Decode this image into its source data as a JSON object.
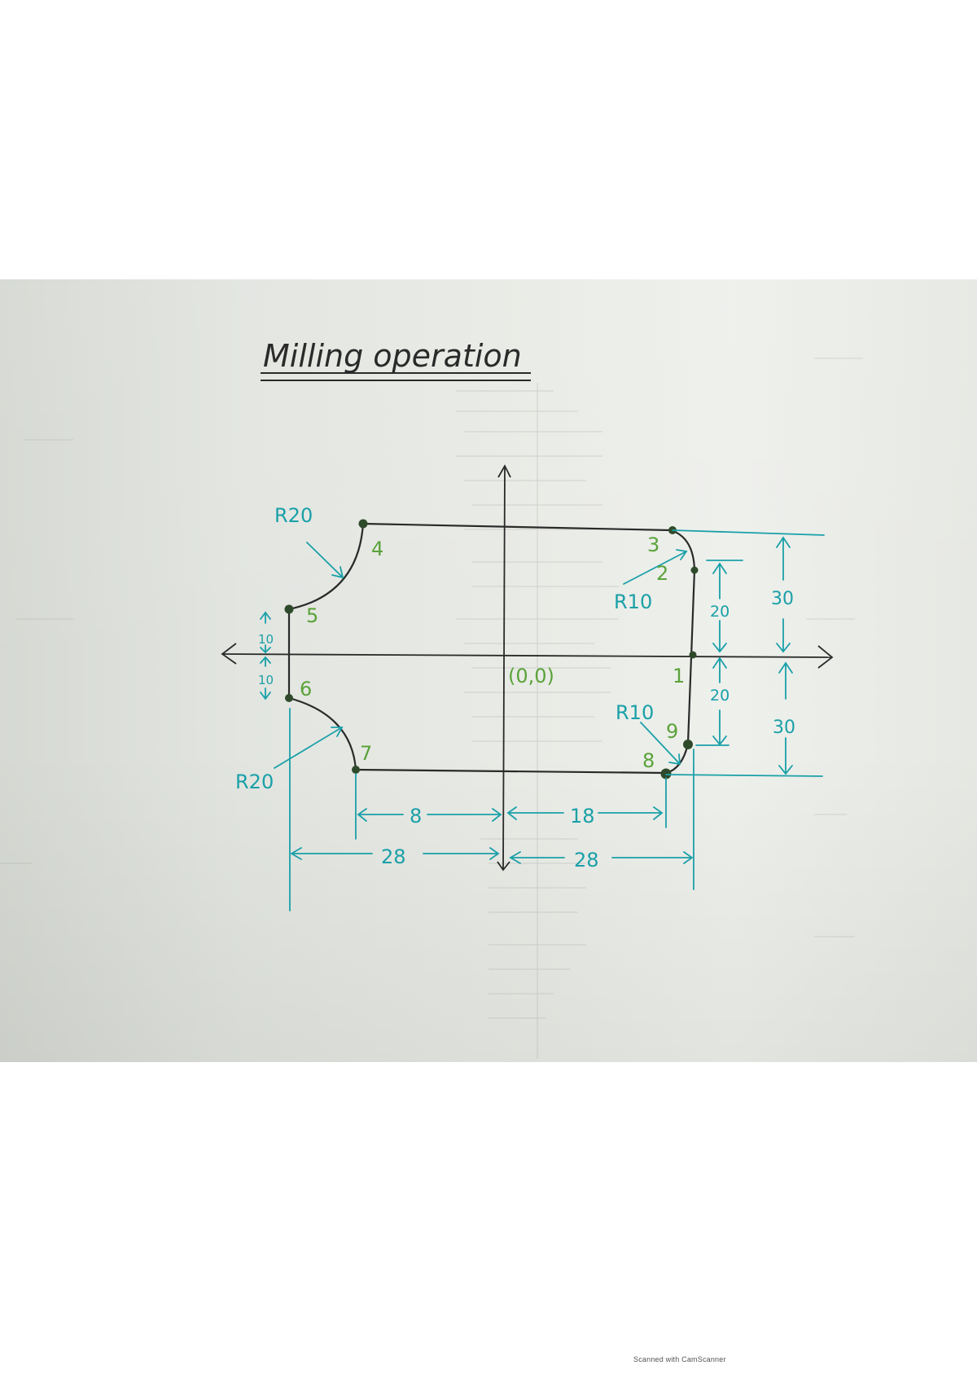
{
  "title": "Milling operation",
  "footer": "Scanned with CamScanner",
  "colors": {
    "paper": "#e6e8e3",
    "ink_black": "#2a2a2a",
    "ink_teal": "#1aa0a8",
    "ink_green": "#5aa33a",
    "point_dot": "#2f4a2a"
  },
  "origin_label": "(0,0)",
  "points": [
    {
      "id": "1",
      "label": "1"
    },
    {
      "id": "2",
      "label": "2"
    },
    {
      "id": "3",
      "label": "3"
    },
    {
      "id": "4",
      "label": "4"
    },
    {
      "id": "5",
      "label": "5"
    },
    {
      "id": "6",
      "label": "6"
    },
    {
      "id": "7",
      "label": "7"
    },
    {
      "id": "8",
      "label": "8"
    },
    {
      "id": "9",
      "label": "9"
    }
  ],
  "radii": {
    "top_left": "R20",
    "bottom_left": "R20",
    "top_right": "R10",
    "bottom_right": "R10"
  },
  "dimensions": {
    "left_upper": "10",
    "left_lower": "10",
    "right_inner_upper": "20",
    "right_inner_lower": "20",
    "right_outer_upper": "30",
    "right_outer_lower": "30",
    "bottom_left_inner": "8",
    "bottom_right_inner": "18",
    "bottom_left_outer": "28",
    "bottom_right_outer": "28"
  }
}
